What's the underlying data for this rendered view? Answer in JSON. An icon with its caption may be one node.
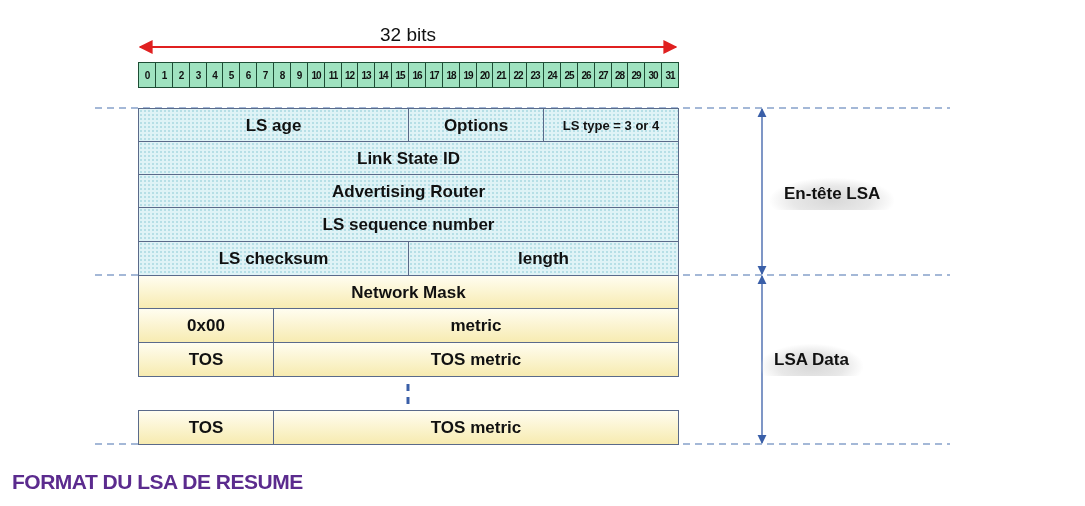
{
  "diagram": {
    "caption": "FORMAT DU LSA DE RESUME",
    "labels": [
      "32 bits",
      "0",
      "1",
      "2",
      "3",
      "4",
      "5",
      "6",
      "7",
      "8",
      "9",
      "10",
      "11",
      "12",
      "13",
      "14",
      "15",
      "16",
      "17",
      "18",
      "19",
      "20",
      "21",
      "22",
      "23",
      "24",
      "25",
      "26",
      "27",
      "28",
      "29",
      "30",
      "31",
      "LS age",
      "Options",
      "LS type = 3 or 4",
      "Link State ID",
      "Advertising Router",
      "LS sequence number",
      "LS checksum",
      "length",
      "Network Mask",
      "0x00",
      "metric",
      "TOS",
      "TOS metric",
      "TOS",
      "TOS metric",
      "En-tête LSA",
      "LSA Data"
    ]
  }
}
